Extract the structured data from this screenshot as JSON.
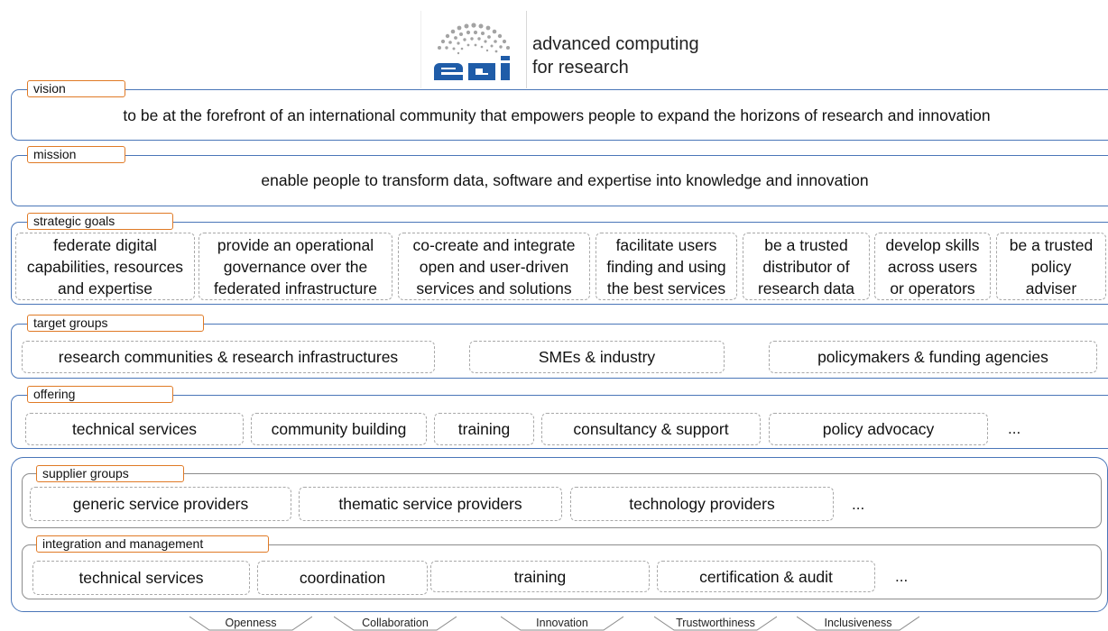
{
  "header": {
    "logo_text": "egi",
    "tagline_line1": "advanced computing",
    "tagline_line2": "for research"
  },
  "vision": {
    "label": "vision",
    "text": "to be at the forefront of an international community that empowers people to expand the horizons of research and innovation"
  },
  "mission": {
    "label": "mission",
    "text": "enable people to transform data, software and expertise into knowledge and innovation"
  },
  "strategic_goals": {
    "label": "strategic goals",
    "items": [
      {
        "l1": "federate digital",
        "l2": "capabilities, resources",
        "l3": "and expertise"
      },
      {
        "l1": "provide an operational",
        "l2": "governance over the",
        "l3": "federated infrastructure"
      },
      {
        "l1": "co-create and integrate",
        "l2": "open and user-driven",
        "l3": "services and solutions"
      },
      {
        "l1": "facilitate users",
        "l2": "finding and using",
        "l3": "the best services"
      },
      {
        "l1": "be a trusted",
        "l2": "distributor of",
        "l3": "research data"
      },
      {
        "l1": "develop skills",
        "l2": "across users",
        "l3": "or operators"
      },
      {
        "l1": "be a trusted",
        "l2": "policy",
        "l3": "adviser"
      }
    ]
  },
  "target_groups": {
    "label": "target groups",
    "items": [
      "research communities & research infrastructures",
      "SMEs & industry",
      "policymakers & funding agencies"
    ]
  },
  "offering": {
    "label": "offering",
    "items": [
      "technical services",
      "community building",
      "training",
      "consultancy & support",
      "policy advocacy"
    ],
    "more": "..."
  },
  "supplier_groups": {
    "label": "supplier groups",
    "items": [
      "generic service providers",
      "thematic service providers",
      "technology providers"
    ],
    "more": "..."
  },
  "integration": {
    "label": "integration and management",
    "items": [
      "technical services",
      "coordination",
      "training",
      "certification & audit"
    ],
    "more": "..."
  },
  "values": [
    "Openness",
    "Collaboration",
    "Innovation",
    "Trustworthiness",
    "Inclusiveness"
  ],
  "colors": {
    "panel_border": "#4a76b8",
    "tag_border": "#e07a26",
    "logo_blue": "#1f5ca8",
    "logo_dots": "#9a9a9a"
  }
}
